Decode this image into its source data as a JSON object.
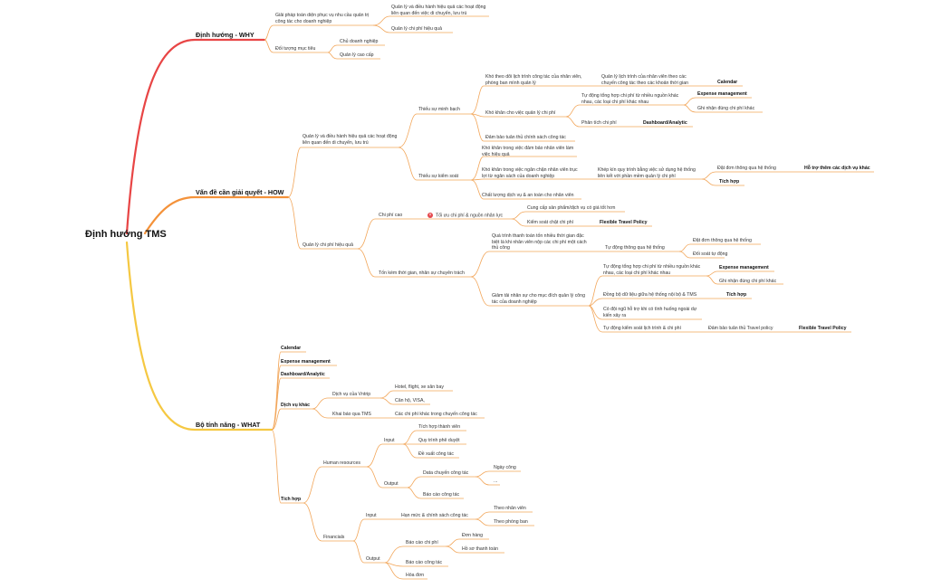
{
  "root": "Định hướng TMS",
  "colors": {
    "why": "#e84545",
    "how": "#f4923a",
    "what": "#f5c842",
    "line": "#f0a35a"
  },
  "why": {
    "title": "Định hướng - WHY",
    "l1_solution": "Giải pháp toàn diện phục vụ nhu cầu quản trị công tác cho doanh nghiệp",
    "l2_manage": "Quản lý và điều hành hiệu quả các hoạt động liên quan đến việc di chuyển, lưu trú",
    "l2_cost": "Quản lý chi phí hiệu quả",
    "l1_target": "Đối tượng mục tiêu",
    "l2_owner": "Chủ doanh nghiệp",
    "l2_senior": "Quản lý cao cấp"
  },
  "how": {
    "title": "Vấn đề cần giải quyết - HOW",
    "a": "Quản lý và điều hành hiệu quả các hoạt động liên quan đến di chuyển, lưu trú",
    "a1": "Thiếu sự minh bạch",
    "a1_1": "Khó theo dõi lịch trình công tác của nhân viên, phòng ban mình quản lý",
    "a1_1_1": "Quản lý lịch trình của nhân viên theo các chuyến công tác theo các khoản thời gian",
    "a1_1_1_tag": "Calendar",
    "a1_2": "Khó khăn cho việc quản lý chi phí",
    "a1_2_1": "Tự động tổng hợp chi phí từ nhiều nguồn khác nhau, các loại chi phí khác nhau",
    "a1_2_1_tag": "Expense management",
    "a1_2_1_sub": "Ghi nhận đúng chi phí khác",
    "a1_2_2": "Phân tích chi phí",
    "a1_2_2_tag": "Dashboard/Analytic",
    "a1_3": "Đảm bảo tuân thủ chính sách công tác",
    "a2": "Thiếu sự kiểm soát",
    "a2_1": "Khó khăn trong việc đảm bảo nhân viên làm việc hiệu quả",
    "a2_2": "Khó khăn trong việc ngăn chặn nhân viên trục lợi từ ngân sách của doanh nghiệp",
    "a2_2_1": "Khép kín quy trình bằng việc sử dụng hệ thống liên kết với phần mềm quản lý chi phí",
    "a2_2_1_a": "Đặt đơn thông qua hệ thống",
    "a2_2_1_a_tag": "Hỗ trợ thêm các dịch vụ khác",
    "a2_2_1_b_tag": "Tích hợp",
    "a2_3": "Chất lượng dịch vụ & an toàn cho nhân viên",
    "b": "Quản lý chi phí hiệu quả",
    "b1": "Chi phí cao",
    "b1_1": "Tối ưu chi phí & nguồn nhân lực",
    "b1_1_a": "Cung cấp sản phẩm/dịch vụ có giá tốt hơn",
    "b1_1_b": "Kiểm soát chặt chi phí",
    "b1_1_b_tag": "Flexible Travel Policy",
    "b2": "Tốn kém thời gian, nhân sự chuyên trách",
    "b2_1": "Quá trình thanh toán tốn nhiều thời gian đặc biệt là khi nhân viên nộp các chi phí một cách thủ công",
    "b2_1_1": "Tự động thông qua hệ thống",
    "b2_1_1_a": "Đặt đơn thông qua hệ thống",
    "b2_1_1_b": "Đối soát tự động",
    "b2_2": "Giảm tải nhân sự cho mục đích quản lý công tác của doanh nghiệp",
    "b2_2_1": "Tự động tổng hợp chi phí từ nhiều nguồn khác nhau, các loại chi phí khác nhau",
    "b2_2_1_tag": "Expense management",
    "b2_2_1_sub": "Ghi nhận đúng chi phí khác",
    "b2_2_2": "Đồng bộ dữ liệu giữa hệ thống nội bộ & TMS",
    "b2_2_2_tag": "Tích hợp",
    "b2_2_3": "Có đội ngũ hỗ trợ khi có tình huống ngoài dự kiến xảy ra",
    "b2_2_4": "Tự động kiểm soát lịch trình & chi phí",
    "b2_2_4_a": "Đảm bảo tuân thủ Travel policy",
    "b2_2_4_tag": "Flexible Travel Policy"
  },
  "what": {
    "title": "Bộ tính năng - WHAT",
    "f1": "Calendar",
    "f2": "Expense management",
    "f3": "Dashboard/Analytic",
    "f4": "Dịch vụ khác",
    "f4_1": "Dịch vụ của Vntrip",
    "f4_1_a": "Hotel, flight, xe sân bay",
    "f4_1_b": "Cân hộ, VISA,",
    "f4_2": "Khai báo qua TMS",
    "f4_2_a": "Các chi phí khác trong chuyến công tác",
    "f5": "Tích hợp",
    "hr": "Human resources",
    "hr_in": "Input",
    "hr_in_1": "Tích hợp thành viên",
    "hr_in_2": "Quy trình phê duyệt",
    "hr_in_3": "Đề xuất công tác",
    "hr_out": "Output",
    "hr_out_1": "Data chuyến công tác",
    "hr_out_1_a": "Ngày công",
    "hr_out_1_b": "...",
    "hr_out_2": "Báo cáo công tác",
    "fin": "Financials",
    "fin_in": "Input",
    "fin_in_1": "Hạn mức & chính sách công tác",
    "fin_in_1_a": "Theo nhân viên",
    "fin_in_1_b": "Theo phòng ban",
    "fin_out": "Output",
    "fin_out_1": "Báo cáo chi phí",
    "fin_out_1_a": "Đơn hàng",
    "fin_out_1_b": "Hồ sơ thanh toán",
    "fin_out_2": "Báo cáo công tác",
    "fin_out_3": "Hóa đơn"
  }
}
